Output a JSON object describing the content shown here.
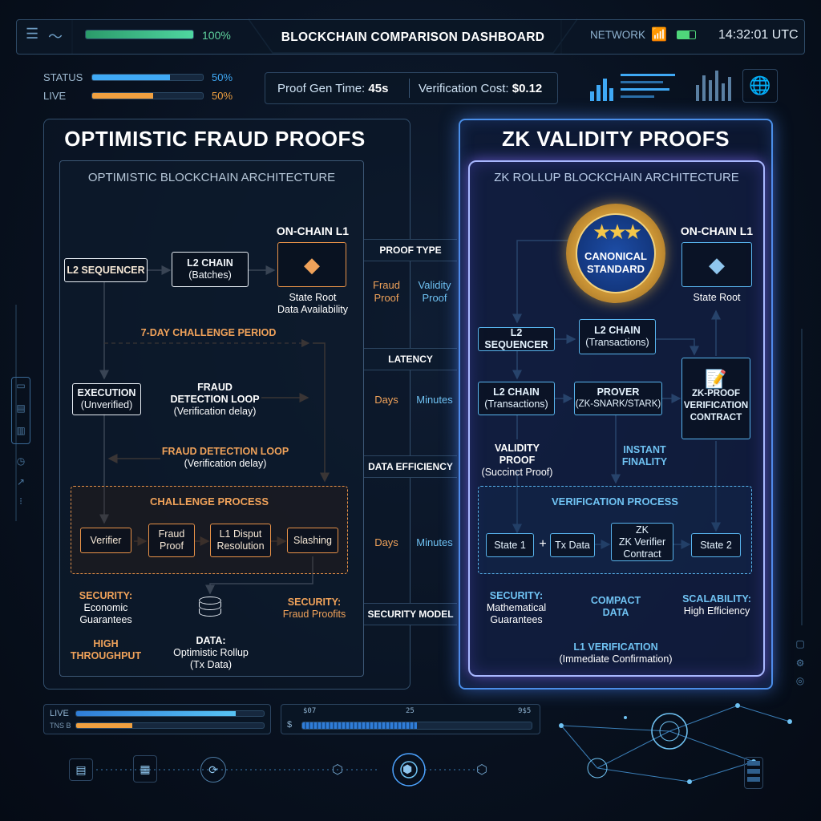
{
  "header": {
    "progress_percent": 100,
    "progress_label": "100%",
    "title": "BLOCKCHAIN COMPARISON DASHBOARD",
    "network_label": "NETWORK",
    "time": "14:32:01 UTC"
  },
  "status": {
    "rows": [
      {
        "label": "STATUS",
        "value": "50%",
        "fill": 0.7,
        "color": "#3fa9f5"
      },
      {
        "label": "LIVE",
        "value": "50%",
        "fill": 0.55,
        "color": "#f0a040"
      }
    ]
  },
  "metrics": {
    "proof_gen_label": "Proof Gen Time:",
    "proof_gen_value": "45s",
    "verif_cost_label": "Verification Cost:",
    "verif_cost_value": "$0.12"
  },
  "optimistic": {
    "title": "OPTIMISTIC FRAUD PROOFS",
    "subtitle": "OPTIMISTIC BLOCKCHAIN ARCHITECTURE",
    "onchain_label": "ON-CHAIN L1",
    "sequencer": "L2 SEQUENCER",
    "l2chain_title": "L2 CHAIN",
    "l2chain_sub": "(Batches)",
    "state_root": "State Root",
    "data_availability": "Data Availability",
    "challenge_period": "7-DAY CHALLENGE PERIOD",
    "execution_title": "EXECUTION",
    "execution_sub": "(Unverified)",
    "fraud_loop1_a": "FRAUD",
    "fraud_loop1_b": "DETECTION LOOP",
    "fraud_loop1_c": "(Verification delay)",
    "fraud_loop2_a": "FRAUD DETECTION LOOP",
    "fraud_loop2_b": "(Verification delay)",
    "challenge_process": "CHALLENGE PROCESS",
    "verifier": "Verifier",
    "fraud_proof_a": "Fraud",
    "fraud_proof_b": "Proof",
    "dispute_a": "L1 Disput",
    "dispute_b": "Resolution",
    "slashing": "Slashing",
    "security1_a": "SECURITY:",
    "security1_b": "Economic",
    "security1_c": "Guarantees",
    "security2_a": "SECURITY:",
    "security2_b": "Fraud Proofits",
    "high_a": "HIGH",
    "high_b": "THROUGHPUT",
    "data_a": "DATA:",
    "data_b": "Optimistic Rollup",
    "data_c": "(Tx Data)"
  },
  "comparison": {
    "rows": [
      {
        "label": "PROOF TYPE",
        "left": "Fraud\nProof",
        "right": "Validity\nProof"
      },
      {
        "label": "LATENCY",
        "left": "Days",
        "right": "Minutes"
      },
      {
        "label": "DATA EFFICIENCY",
        "left": "Days",
        "right": "Minutes"
      },
      {
        "label": "SECURITY MODEL",
        "left": "",
        "right": ""
      }
    ]
  },
  "zk": {
    "title": "ZK VALIDITY PROOFS",
    "subtitle": "ZK ROLLUP BLOCKCHAIN ARCHITECTURE",
    "badge_a": "CANONICAL",
    "badge_b": "STANDARD",
    "onchain_label": "ON-CHAIN L1",
    "state_root": "State Root",
    "sequencer": "L2 SEQUENCER",
    "l2chain1_title": "L2 CHAIN",
    "l2chain1_sub": "(Transactions)",
    "l2chain2_title": "L2 CHAIN",
    "l2chain2_sub": "(Transactions)",
    "prover_title": "PROVER",
    "prover_sub": "(ZK-SNARK/STARK)",
    "contract_a": "ZK-PROOF",
    "contract_b": "VERIFICATION",
    "contract_c": "CONTRACT",
    "validity_a": "VALIDITY PROOF",
    "validity_b": "(Succinct Proof)",
    "instant_a": "INSTANT",
    "instant_b": "FINALITY",
    "verification_process": "VERIFICATION PROCESS",
    "state1": "State 1",
    "plus": "+",
    "txdata": "Tx Data",
    "verifier_a": "ZK",
    "verifier_b": "ZK Verifier",
    "verifier_c": "Contract",
    "state2": "State 2",
    "sec_a": "SECURITY:",
    "sec_b": "Mathematical",
    "sec_c": "Guarantees",
    "compact_a": "COMPACT",
    "compact_b": "DATA",
    "scal_a": "SCALABILITY:",
    "scal_b": "High Efficiency",
    "l1v_a": "L1 VERIFICATION",
    "l1v_b": "(Immediate Confirmation)"
  },
  "footer": {
    "live_label": "LIVE",
    "tns_label": "TNS B",
    "live_fill": 0.85,
    "tns_fill": 0.3,
    "scale_left": "$07",
    "scale_mid": "25",
    "scale_right": "9$5",
    "dollar": "$",
    "scale_fill": 0.5
  },
  "icons": [
    "menu-icon",
    "pulse-icon",
    "wifi-icon",
    "battery-icon",
    "globe-icon",
    "ethereum-icon",
    "database-icon",
    "contract-icon",
    "star-badge-icon"
  ]
}
